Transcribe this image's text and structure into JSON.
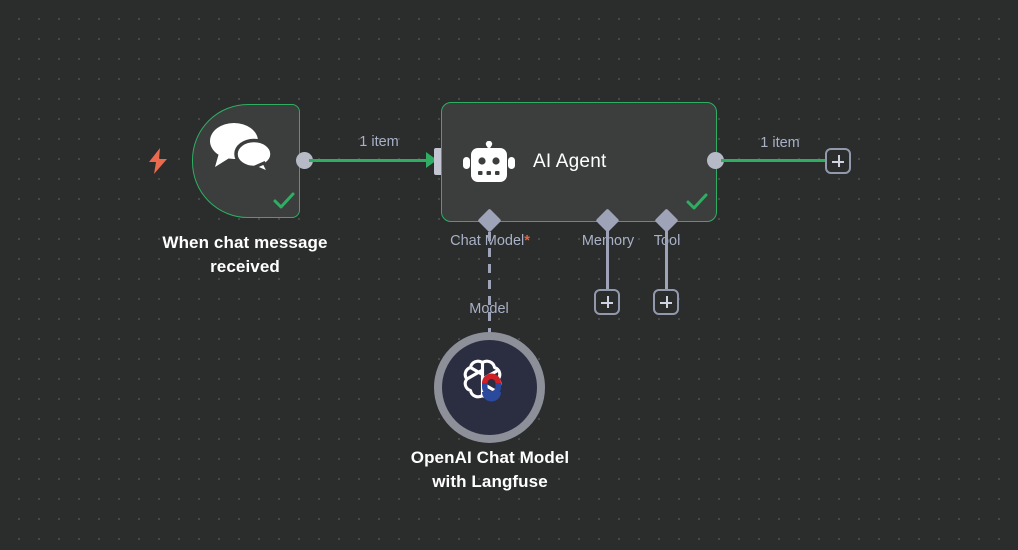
{
  "canvas": {
    "background_color": "#2b2c2c",
    "grid_dot_color": "#4a4b4b",
    "accent_success": "#2fae63",
    "accent_required": "#e8603c",
    "connector_color": "#9fa3b8",
    "label_color": "#a9b1c6"
  },
  "nodes": {
    "trigger": {
      "name": "When chat message\nreceived",
      "icon": "chat-bubbles-icon",
      "trigger_icon": "lightning-bolt-icon",
      "status": "success",
      "status_icon": "check-icon"
    },
    "agent": {
      "title": "AI Agent",
      "icon": "robot-icon",
      "status": "success",
      "status_icon": "check-icon",
      "input_port_label": "",
      "sub_connectors": [
        {
          "label": "Chat Model",
          "required": true,
          "required_marker": "*",
          "connection_label": "Model",
          "connected": true
        },
        {
          "label": "Memory",
          "required": false,
          "required_marker": "",
          "connection_label": "",
          "connected": false
        },
        {
          "label": "Tool",
          "required": false,
          "required_marker": "",
          "connection_label": "",
          "connected": false
        }
      ]
    },
    "model": {
      "name": "OpenAI Chat Model\nwith Langfuse",
      "icon": "openai-logo-icon",
      "badge_icon": "magnet-icon",
      "ring_color": "#8d9099",
      "inner_color": "#2b2e41"
    }
  },
  "connections": {
    "trigger_to_agent": {
      "label": "1 item",
      "color": "#2fae63"
    },
    "agent_to_next": {
      "label": "1 item",
      "color": "#2fae63",
      "end_button": "add-node-button"
    }
  },
  "buttons": {
    "add_memory": "+",
    "add_tool": "+",
    "add_next_node": "+"
  }
}
